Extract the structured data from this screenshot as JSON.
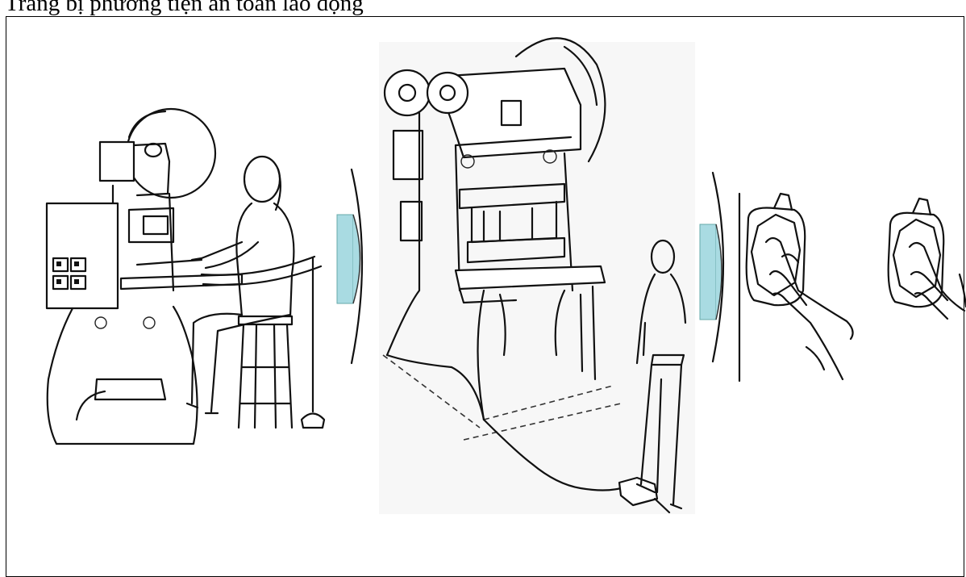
{
  "caption": {
    "text": "Trang bị phương tiện an toàn lao động"
  },
  "panels": [
    {
      "name": "seated-press-operator"
    },
    {
      "name": "standing-press-operator-foot-pedal"
    },
    {
      "name": "two-hand-control-buttons"
    }
  ],
  "colors": {
    "arrow_fill": "#a9dbe2",
    "line": "#111111",
    "background": "#ffffff"
  }
}
